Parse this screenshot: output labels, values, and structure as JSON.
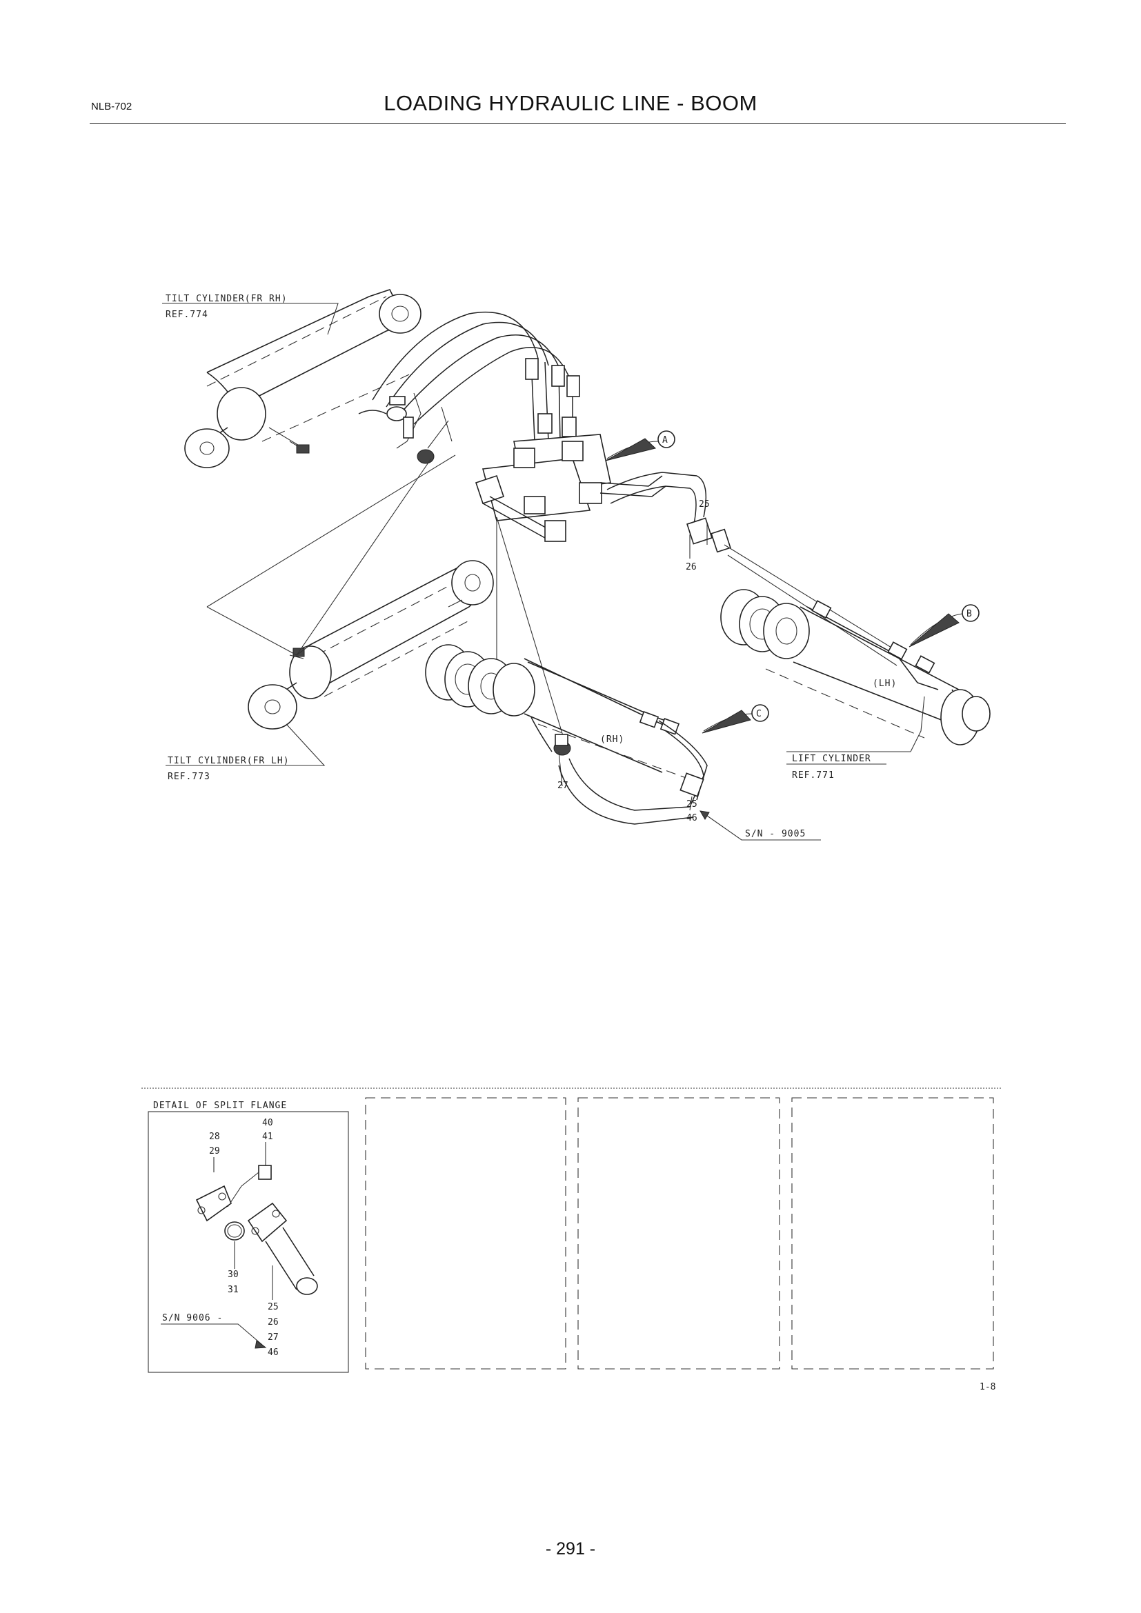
{
  "header": {
    "doc_code": "NLB-702",
    "title": "LOADING HYDRAULIC LINE - BOOM"
  },
  "labels": {
    "tilt_rh": "TILT CYLINDER(FR RH)",
    "tilt_rh_ref": "REF.774",
    "tilt_lh": "TILT CYLINDER(FR LH)",
    "tilt_lh_ref": "REF.773",
    "lift": "LIFT CYLINDER",
    "lift_ref": "REF.771",
    "lh": "(LH)",
    "rh": "(RH)",
    "sn": "S/N - 9005",
    "callout_a": "A",
    "callout_b": "B",
    "callout_c": "C"
  },
  "part_numbers": {
    "p25_upper": "25",
    "p26": "26",
    "p27": "27",
    "p25_lower": "25",
    "p46": "46"
  },
  "detail": {
    "title": "DETAIL OF SPLIT FLANGE",
    "n40": "40",
    "n41": "41",
    "n28": "28",
    "n29": "29",
    "n30": "30",
    "n31": "31",
    "n25": "25",
    "n26": "26",
    "n27": "27",
    "n46": "46",
    "sn": "S/N 9006 -"
  },
  "figure_code": "1-8",
  "footer": {
    "page_number": "- 291 -"
  }
}
